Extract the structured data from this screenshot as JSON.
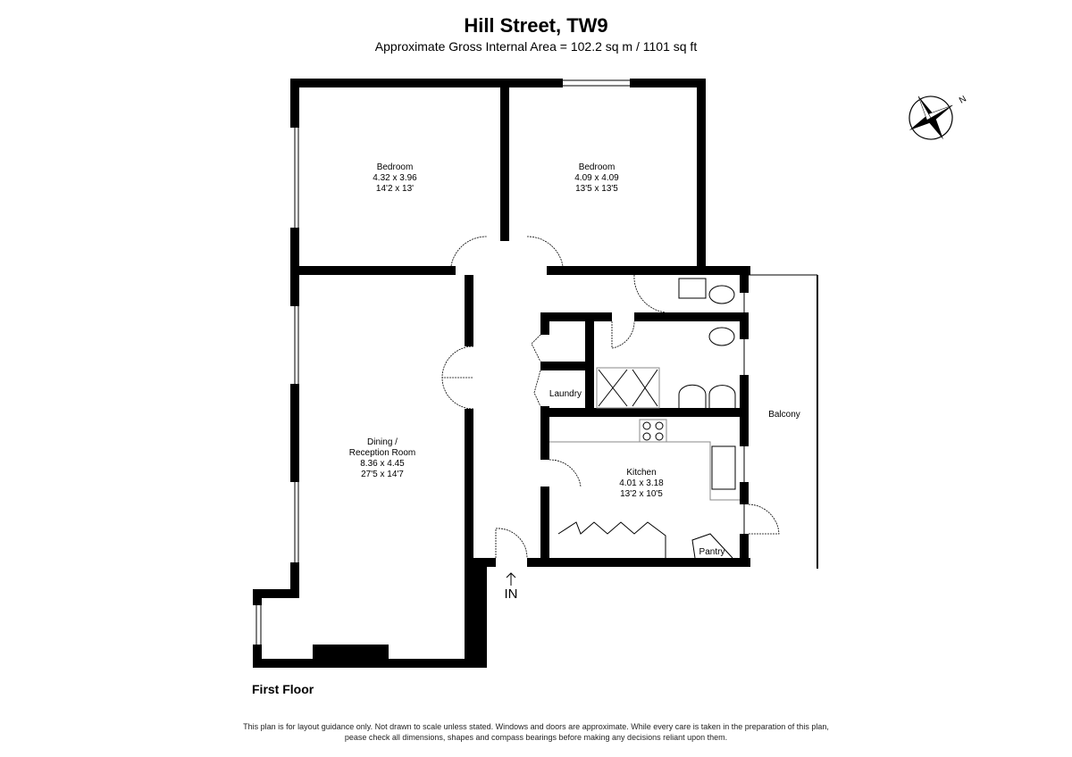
{
  "header": {
    "title": "Hill Street, TW9",
    "subtitle": "Approximate Gross Internal Area = 102.2 sq m / 1101 sq ft"
  },
  "rooms": [
    {
      "name": "Bedroom",
      "metric": "4.32 x 3.96",
      "imperial": "14'2 x 13'"
    },
    {
      "name": "Bedroom",
      "metric": "4.09 x 4.09",
      "imperial": "13'5 x 13'5"
    },
    {
      "name": "Dining /",
      "name2": "Reception Room",
      "metric": "8.36 x 4.45",
      "imperial": "27'5 x 14'7"
    },
    {
      "name": "Kitchen",
      "metric": "4.01 x 3.18",
      "imperial": "13'2 x 10'5"
    }
  ],
  "labels": {
    "laundry": "Laundry",
    "pantry": "Pantry",
    "balcony": "Balcony",
    "entrance": "IN",
    "compass": "N"
  },
  "floor_label": "First Floor",
  "disclaimer": {
    "line1": "This plan is for layout guidance only. Not drawn to scale unless stated. Windows and doors are approximate. While every care is taken in the preparation of this plan,",
    "line2": "pease check all dimensions, shapes and compass bearings before making any decisions reliant upon them."
  }
}
